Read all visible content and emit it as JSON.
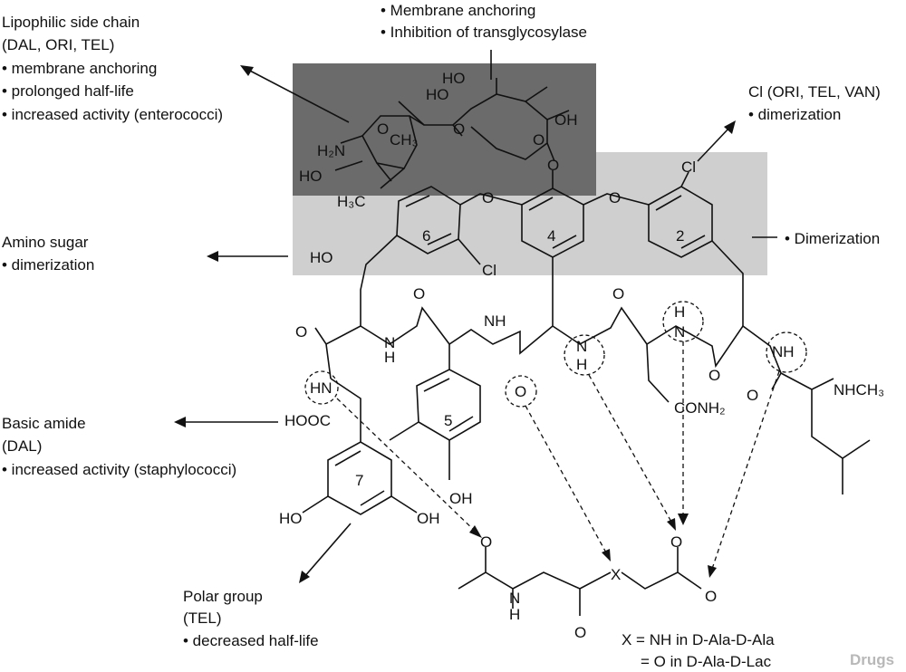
{
  "annotations": {
    "top": {
      "b1": "• Membrane anchoring",
      "b2": "• Inhibition of transglycosylase"
    },
    "lipophilic": {
      "l1": "Lipophilic side chain",
      "l2": "(DAL, ORI, TEL)",
      "b1": "• membrane anchoring",
      "b2": "• prolonged half-life",
      "b3": "• increased activity (enterococci)"
    },
    "cl_group": {
      "l1": "Cl (ORI, TEL, VAN)",
      "b1": "• dimerization"
    },
    "dimer_right": {
      "b1": "• Dimerization"
    },
    "amino_sugar": {
      "l1": "Amino sugar",
      "b1": "• dimerization"
    },
    "basic_amide": {
      "l1": "Basic amide",
      "l2": "(DAL)",
      "b1": "• increased activity (staphylococci)"
    },
    "polar": {
      "l1": "Polar group",
      "l2": "(TEL)",
      "b1": "• decreased half-life"
    }
  },
  "legend": {
    "l1": "X = NH in D-Ala-D-Ala",
    "l2": "= O in D-Ala-D-Lac"
  },
  "rings": {
    "r2": "2",
    "r4": "4",
    "r5": "5",
    "r6": "6",
    "r7": "7"
  },
  "atoms": {
    "ho": "HO",
    "oh": "OH",
    "o": "O",
    "cl": "Cl",
    "h2n": "H₂N",
    "ch3": "CH₃",
    "h3c": "H₃C",
    "h": "H",
    "n": "N",
    "hn": "HN",
    "nh": "NH",
    "hooc": "HOOC",
    "conh2": "CONH₂",
    "nhch3": "NHCH₃",
    "x": "X"
  },
  "watermark": "Drugs",
  "colors": {
    "dark_box": "#6b6b6b",
    "light_box": "#cfcfcf"
  }
}
